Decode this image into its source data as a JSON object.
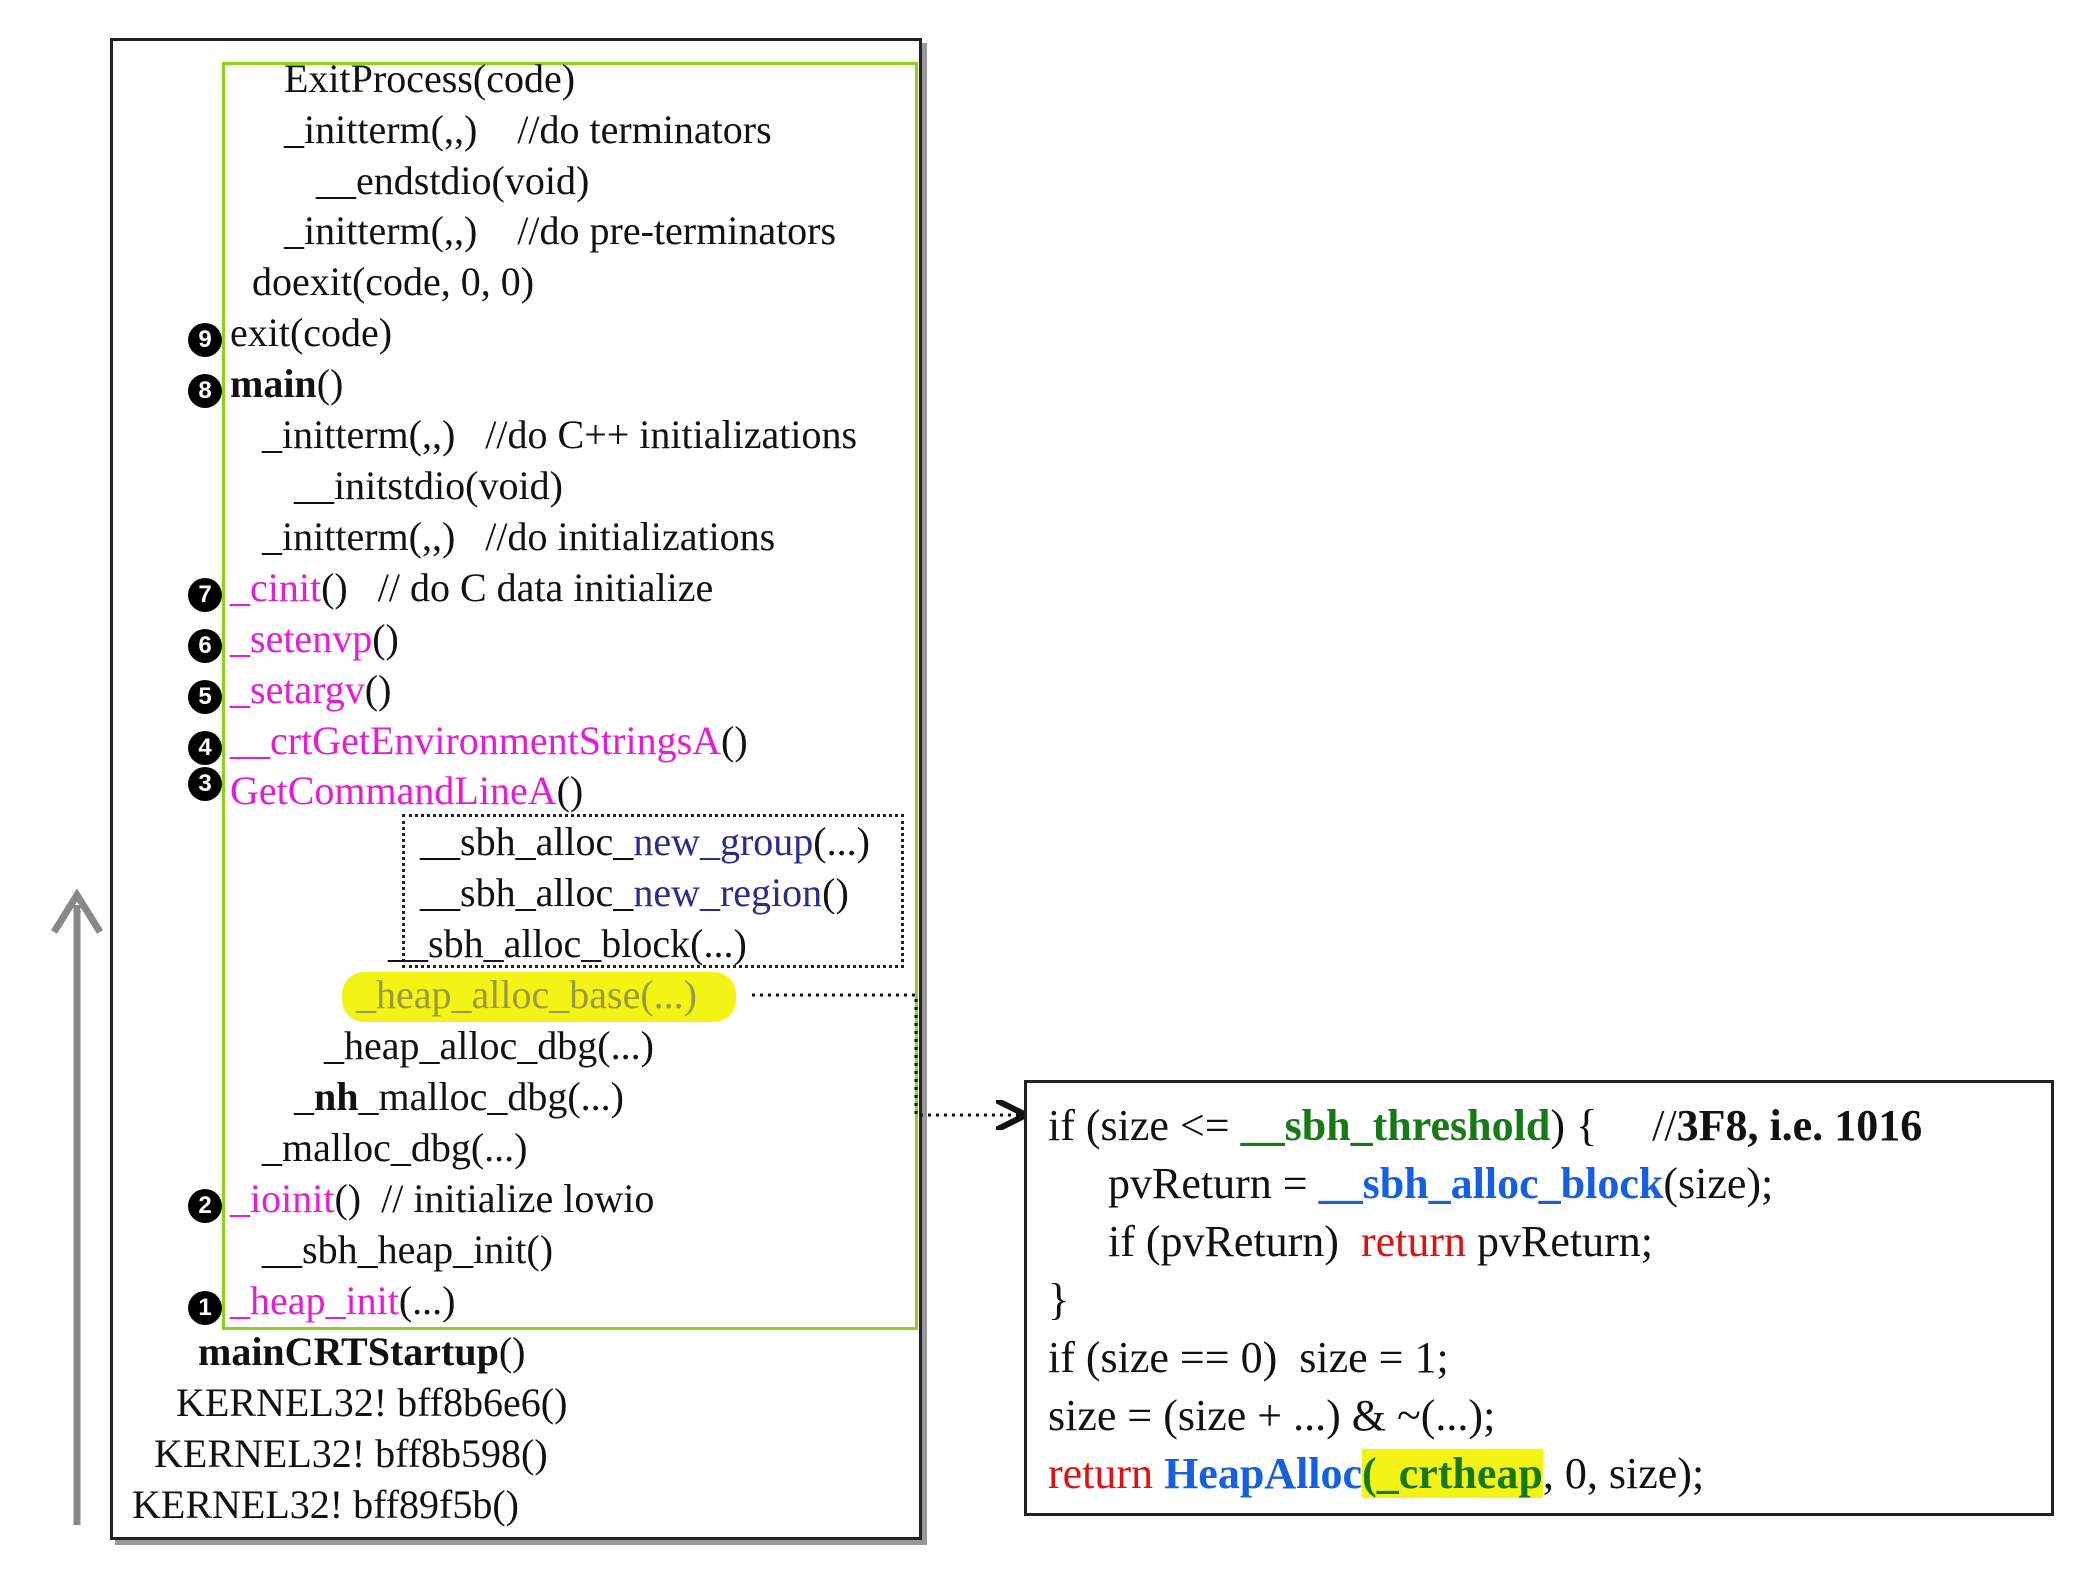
{
  "stack_lines": [
    {
      "id": "exitprocess",
      "text": "ExitProcess(code)"
    },
    {
      "id": "initterm-terminators-call",
      "text": "_initterm(,,)"
    },
    {
      "id": "initterm-terminators-comment",
      "text": "//do terminators"
    },
    {
      "id": "endstdio",
      "text": "__endstdio(void)"
    },
    {
      "id": "initterm-preterminators-call",
      "text": "_initterm(,,)"
    },
    {
      "id": "initterm-preterminators-comment",
      "text": "//do pre-terminators"
    },
    {
      "id": "doexit",
      "text": "doexit(code, 0, 0)"
    },
    {
      "id": "exit",
      "text": "exit(code)"
    },
    {
      "id": "main",
      "text": "main"
    },
    {
      "id": "main-parens",
      "text": "()"
    },
    {
      "id": "initterm-cpp-call",
      "text": "_initterm(,,)"
    },
    {
      "id": "initterm-cpp-comment",
      "text": "//do C++ initializations"
    },
    {
      "id": "initstdio",
      "text": "__initstdio(void)"
    },
    {
      "id": "initterm-init-call",
      "text": "_initterm(,,)"
    },
    {
      "id": "initterm-init-comment",
      "text": "//do initializations"
    },
    {
      "id": "cinit-name",
      "text": "_cinit"
    },
    {
      "id": "cinit-rest",
      "text": "()   // do C data initialize"
    },
    {
      "id": "setenvp-name",
      "text": "_setenvp"
    },
    {
      "id": "setenvp-rest",
      "text": "()"
    },
    {
      "id": "setargv-name",
      "text": "_setargv"
    },
    {
      "id": "setargv-rest",
      "text": "()"
    },
    {
      "id": "crtgetenv-name",
      "text": "__crtGetEnvironmentStringsA"
    },
    {
      "id": "crtgetenv-rest",
      "text": "()"
    },
    {
      "id": "getcmdline-name",
      "text": "GetCommandLineA"
    },
    {
      "id": "getcmdline-rest",
      "text": "()"
    },
    {
      "id": "sbh-group-a",
      "text": "__sbh_alloc_"
    },
    {
      "id": "sbh-group-b",
      "text": "new_group"
    },
    {
      "id": "sbh-group-c",
      "text": "(...)"
    },
    {
      "id": "sbh-region-a",
      "text": "__sbh_alloc_"
    },
    {
      "id": "sbh-region-b",
      "text": "new_region"
    },
    {
      "id": "sbh-region-c",
      "text": "()"
    },
    {
      "id": "sbh-block",
      "text": "__sbh_alloc_block(...)"
    },
    {
      "id": "heap-alloc-base",
      "text": "_heap_alloc_base(...)"
    },
    {
      "id": "heap-alloc-dbg",
      "text": "_heap_alloc_dbg(...)"
    },
    {
      "id": "nh-malloc-a",
      "text": "_"
    },
    {
      "id": "nh-malloc-b",
      "text": "nh"
    },
    {
      "id": "nh-malloc-c",
      "text": "_malloc_dbg(...)"
    },
    {
      "id": "malloc-dbg",
      "text": "_malloc_dbg(...)"
    },
    {
      "id": "ioinit-name",
      "text": "_ioinit"
    },
    {
      "id": "ioinit-rest",
      "text": "()  // initialize lowio"
    },
    {
      "id": "sbh-heap-init",
      "text": "__sbh_heap_init()"
    },
    {
      "id": "heap-init-name",
      "text": "_heap_init"
    },
    {
      "id": "heap-init-rest",
      "text": "(...)"
    },
    {
      "id": "maincrtstartup-name",
      "text": "mainCRTStartup"
    },
    {
      "id": "maincrtstartup-rest",
      "text": "()"
    },
    {
      "id": "kernel32-1",
      "text": "KERNEL32! bff8b6e6()"
    },
    {
      "id": "kernel32-2",
      "text": "KERNEL32! bff8b598()"
    },
    {
      "id": "kernel32-3",
      "text": "KERNEL32! bff89f5b()"
    }
  ],
  "badges": [
    "9",
    "8",
    "7",
    "6",
    "5",
    "4",
    "3",
    "2",
    "1"
  ],
  "code": {
    "l1a": "if (size <= ",
    "l1b": "__sbh_threshold",
    "l1c": ") {     //",
    "l1d": "3F8, i.e. 1016",
    "l2a": "pvReturn = ",
    "l2b": "__sbh_alloc_block",
    "l2c": "(size);",
    "l3a": "if (pvReturn)  ",
    "l3b": "return",
    "l3c": " pvReturn;",
    "l4": "}",
    "l5": "if (size == 0)  size = 1;",
    "l6": "size = (size + ...) & ~(...);",
    "l7a": "return",
    "l7b": " HeapAlloc",
    "l7c": "(_crtheap",
    "l7d": ", 0, size);"
  },
  "colors": {
    "function_highlight": "#e81ad2",
    "green_box": "#8fd11a",
    "highlight": "#f3f316",
    "threshold": "#177a17",
    "call": "#1460e0",
    "keyword": "#e01010"
  }
}
